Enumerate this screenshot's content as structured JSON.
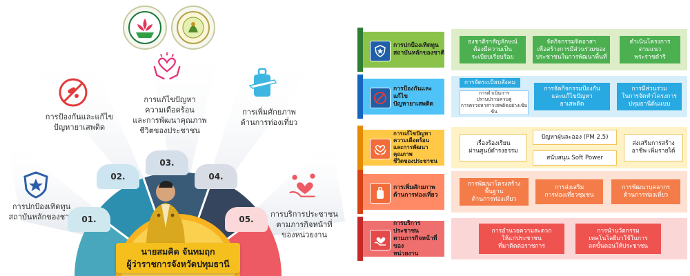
{
  "left": {
    "segments": [
      {
        "num": "01.",
        "label": "การปกป้องเทิดทูน\nสถาบันหลักของชาติ",
        "color": "#48a7bd"
      },
      {
        "num": "02.",
        "label": "การป้องกันและแก้ไข\nปัญหายาเสพติด",
        "color": "#2d8fb0"
      },
      {
        "num": "03.",
        "label": "การแก้ไขปัญหา\nความเดือดร้อน\nและการพัฒนาคุณภาพ\nชีวิตของประชาชน",
        "color": "#395b78"
      },
      {
        "num": "04.",
        "label": "การเพิ่มศักยภาพ\nด้านการท่องเที่ยว",
        "color": "#36455e"
      },
      {
        "num": "05.",
        "label": "การบริการประชาชน\nตามภารกิจหน้าที่\nของหน่วยงาน",
        "color": "#ee5a63"
      }
    ],
    "person": {
      "name": "นายสมคิด จันทมฤก",
      "title": "ผู้ว่าราชการจังหวัดปทุมธานี"
    },
    "colors": {
      "banner": "#f5bf1d",
      "arc": "#f7b320",
      "ray": "#dde3ec"
    }
  },
  "rows": [
    {
      "title": "การปกป้องเทิดทูน\nสถาบันหลักของชาติ",
      "icon": "shield-star-icon",
      "items": [
        "ธงชาติราสัญลักษณ์\nต้องมีความเป็น\nระเบียบเรียบร้อย",
        "จัดกิจกรรมจิตอาสา\nเพื่อสร้างการมีส่วนร่วมของ\nประชาชนในการพัฒนาพื้นที่",
        "ดำเนินโครงการ\nตามแนว\nพระราชดำริ"
      ]
    },
    {
      "title": "การป้องกันและแก้ไข\nปัญหายาเสพติด",
      "icon": "no-drugs-icon",
      "items": [
        "การจัดระเบียบสังคม",
        "การดำเนินการ\nปราบปรามควบคู่\nการตรวจหาสารเสพติดอย่างเข้มข้น",
        "การจัดกิจกรรมป้องกัน\nและแก้ไขปัญหา\nยาเสพติด",
        "การมีส่วนร่วม\nในการจัดทำโครงการ\nปทุมธานีต้นแบบ"
      ]
    },
    {
      "title": "การแก้ไขปัญหา\nความเดือดร้อน\nและการพัฒนาคุณภาพ\nชีวิตของประชาชน",
      "icon": "care-hands-icon",
      "items": [
        "เรื่องร้องเรียน\nผ่านศูนย์ดำรงธรรม",
        "ปัญหาฝุ่นละออง (PM 2.5)",
        "สนับสนุน Soft Power",
        "ส่งเสริมการสร้าง\nอาชีพ เพิ่มรายได้"
      ]
    },
    {
      "title": "การเพิ่มศักยภาพ\nด้านการท่องเที่ยว",
      "icon": "luggage-icon",
      "items": [
        "การพัฒนาโครงสร้าง\nพื้นฐาน\nด้านการท่องเที่ยว",
        "การส่งเสริม\nการท่องเที่ยวชุมชน",
        "การพัฒนาบุคลากร\nด้านการท่องเที่ยว"
      ]
    },
    {
      "title": "การบริการประชาชน\nตามภารกิจหน้าที่ของ\nหน่วยงาน",
      "icon": "heart-hand-icon",
      "items": [
        "การอำนวยความสะดวก\nให้แก่ประชาชน\nที่มาติดต่อราชการ",
        "การนำนวัตกรรม\nเทคโนโลยีมาใช้ในการ\nลดขั้นตอนให้ประชาชน"
      ]
    }
  ]
}
